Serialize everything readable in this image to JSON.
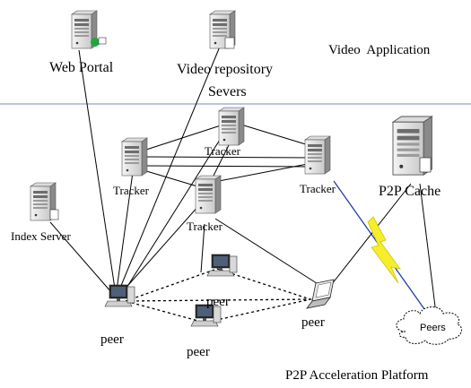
{
  "layers": {
    "top": "Video  Application",
    "bottom": "P2P Acceleration Platform"
  },
  "nodes": {
    "web_portal": "Web Portal",
    "video_repository": [
      "Video repository",
      "Severs"
    ],
    "tracker": "Tracker",
    "index_server": "Index Server",
    "p2p_cache": "P2P Cache",
    "peer": "peer",
    "peers_cloud": "Peers"
  },
  "colors": {
    "divider": "#6c8cc6",
    "lightning": "#f5ee2a",
    "wireless_link": "#1f3fa8",
    "portal_badge": "#1ea83a"
  },
  "icons": {
    "server": "server-tower-icon",
    "laptop": "laptop-icon",
    "desktop": "desktop-computer-icon",
    "cloud": "cloud-icon",
    "lightning": "lightning-bolt-icon"
  }
}
